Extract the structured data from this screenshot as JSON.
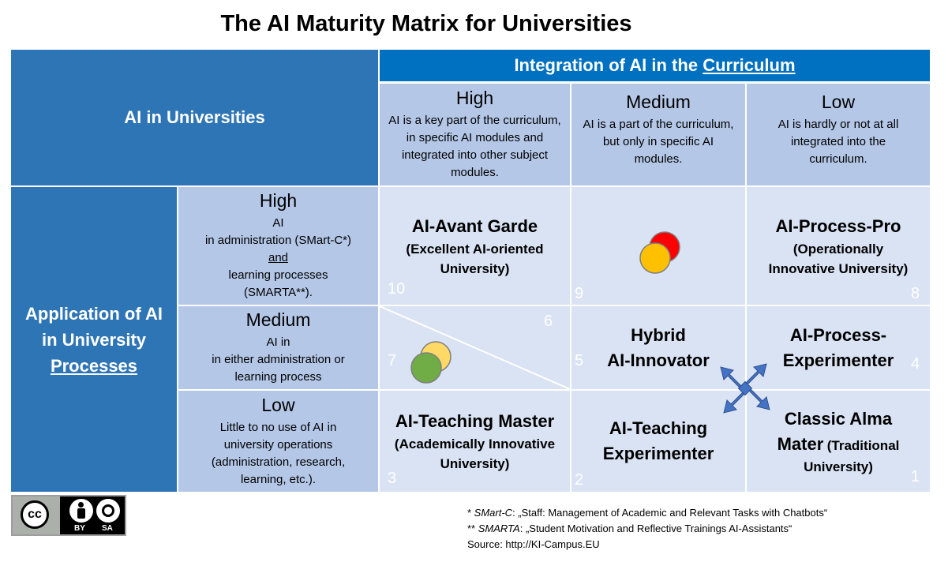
{
  "title": "The AI Maturity Matrix for Universities",
  "corner": {
    "label": "AI in Universities"
  },
  "column_axis": {
    "label_prefix": "Integration of AI in the",
    "label_underlined": "Curriculum"
  },
  "columns": [
    {
      "level": "High",
      "description": "AI is a key part of the curriculum, in specific AI modules and integrated into other subject modules."
    },
    {
      "level": "Medium",
      "description": "AI is a part of the curriculum, but only in specific AI modules."
    },
    {
      "level": "Low",
      "description": "AI is hardly or not at all integrated into the curriculum."
    }
  ],
  "row_axis": {
    "line1": "Application of AI",
    "line2": "in University",
    "line3_underlined": "Processes"
  },
  "rows": [
    {
      "level": "High",
      "line1": "AI",
      "line2": "in administration (SMart-C*)",
      "line3_underlined": "and",
      "line4": "learning processes",
      "line5": "(SMARTA**)."
    },
    {
      "level": "Medium",
      "line1": "AI in",
      "line2": "in either administration or",
      "line3": "learning process"
    },
    {
      "level": "Low",
      "line1": "Little to no use of AI in",
      "line2": "university operations",
      "line3": "(administration, research,",
      "line4": "learning, etc.)."
    }
  ],
  "cells": {
    "c10": {
      "number": "10",
      "name": "AI-Avant Garde",
      "sub1": "(Excellent AI-oriented",
      "sub2": "University)"
    },
    "c9": {
      "number": "9"
    },
    "c8": {
      "number": "8",
      "name": "AI-Process-Pro",
      "sub1": "(Operationally",
      "sub2": "Innovative University)"
    },
    "c7": {
      "number": "7"
    },
    "c6": {
      "number": "6"
    },
    "c5": {
      "number": "5",
      "name1": "Hybrid",
      "name2": "AI-Innovator"
    },
    "c4": {
      "number": "4",
      "name1": "AI-Process-",
      "name2": "Experimenter"
    },
    "c3": {
      "number": "3",
      "name": "AI-Teaching Master",
      "sub1": "(Academically Innovative",
      "sub2": "University)"
    },
    "c2": {
      "number": "2",
      "name1": "AI-Teaching",
      "name2": "Experimenter"
    },
    "c1": {
      "number": "1",
      "name1": "Classic Alma",
      "name2_big": "Mater",
      "name2_small": "(Traditional",
      "sub2": "University)"
    }
  },
  "colors": {
    "dark_blue": "#2e75b6",
    "header_blue": "#0070c0",
    "light_blue": "#b4c7e7",
    "pale_blue": "#dae3f3",
    "red": "#ff0000",
    "yellow": "#ffc000",
    "light_yellow": "#ffd966",
    "green": "#70ad47",
    "arrow": "#4472c4"
  },
  "license": {
    "cc": "cc",
    "by": "BY",
    "sa": "SA"
  },
  "footnotes": {
    "f1_prefix": "* ",
    "f1_italic": "SMart-C",
    "f1_text": ": „Staff: Management of Academic and Relevant Tasks with Chatbots“",
    "f2_prefix": "** ",
    "f2_italic": "SMARTA",
    "f2_text": ": „Student Motivation and Reflective Trainings AI-Assistants“",
    "source": "Source: http://KI-Campus.EU"
  }
}
